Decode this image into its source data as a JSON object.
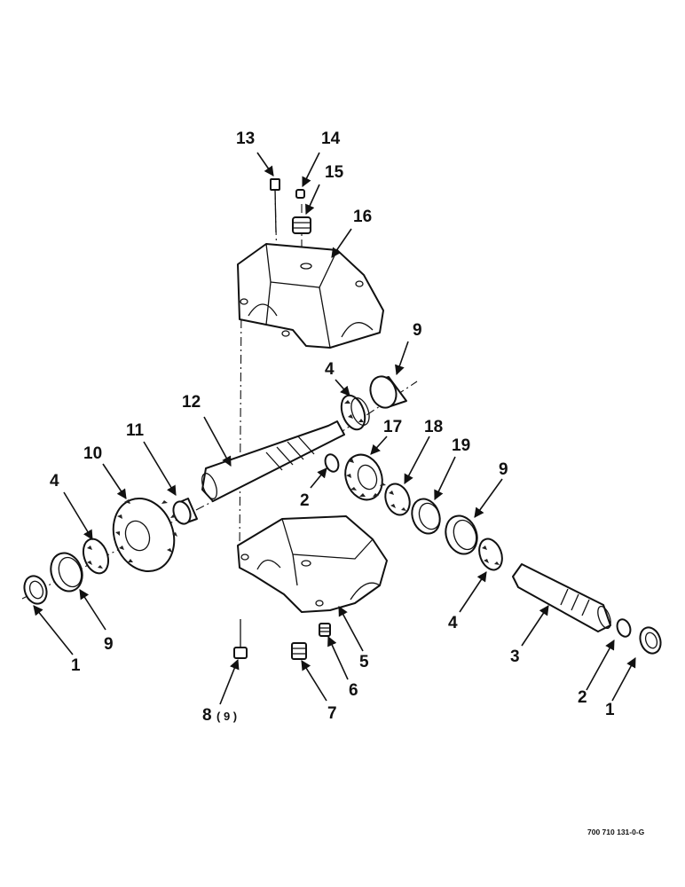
{
  "diagram": {
    "callouts": {
      "c1_left": "1",
      "c1_right": "1",
      "c2_mid": "2",
      "c2_right": "2",
      "c3": "3",
      "c4_left": "4",
      "c4_top": "4",
      "c4_right": "4",
      "c5": "5",
      "c6": "6",
      "c7": "7",
      "c8": "8",
      "c8_qty": "( 9 )",
      "c9_left": "9",
      "c9_top": "9",
      "c9_right": "9",
      "c10": "10",
      "c11": "11",
      "c12": "12",
      "c13": "13",
      "c14": "14",
      "c15": "15",
      "c16": "16",
      "c17": "17",
      "c18": "18",
      "c19": "19"
    },
    "drawing_id": "700 710 131-0-G"
  }
}
